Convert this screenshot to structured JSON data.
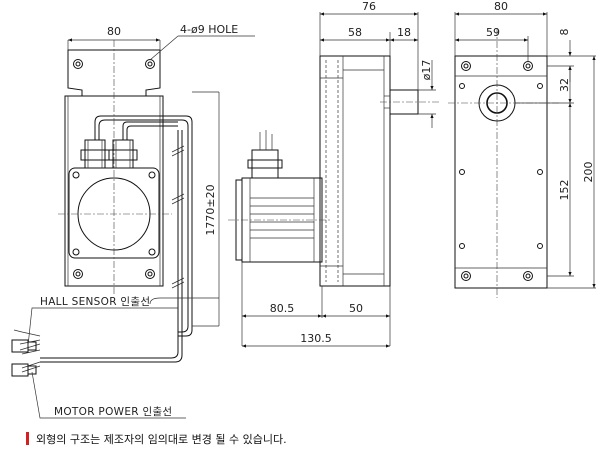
{
  "dimensions": {
    "front_width": "80",
    "hole_spec": "4-ø9 HOLE",
    "cable_length": "1770±20",
    "side_total_depth": "76",
    "side_gear_depth": "58",
    "side_shaft_length": "18",
    "shaft_diameter": "ø17",
    "motor_length": "80.5",
    "gearbox_depth": "50",
    "overall_length": "130.5",
    "right_width": "80",
    "right_shaft_offset": "59",
    "right_top_edge": "8",
    "right_shaft_height": "32",
    "right_height": "200",
    "right_hole_pitch": "152"
  },
  "labels": {
    "hall_sensor": "HALL SENSOR 인출선",
    "motor_power": "MOTOR POWER 인출선"
  },
  "note": {
    "text": "외형의 구조는 제조자의 임의대로 변경 될 수 있습니다.",
    "marker_color": "#d42020"
  },
  "colors": {
    "line": "#111111",
    "background": "#ffffff"
  }
}
